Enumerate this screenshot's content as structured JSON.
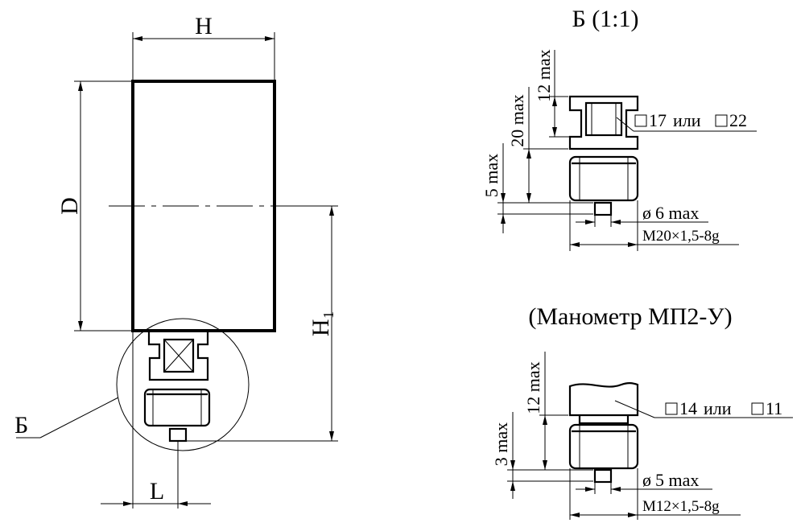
{
  "main": {
    "label_h": "H",
    "label_d": "D",
    "label_h1": "H₁",
    "label_l": "L",
    "label_b": "Б"
  },
  "detail_b": {
    "title": "Б (1:1)",
    "dim_12max": "12 max",
    "dim_20max": "20 max",
    "dim_5max": "5 max",
    "square_a": "17",
    "or_word": "или",
    "square_b": "22",
    "diameter": "6 max",
    "thread": "M20×1,5-8g"
  },
  "detail_mp2": {
    "title": "(Манометр МП2-У)",
    "dim_12max": "12 max",
    "dim_3max": "3 max",
    "square_a": "14",
    "or_word": "или",
    "square_b": "11",
    "diameter": "5 max",
    "thread": "M12×1,5-8g"
  }
}
